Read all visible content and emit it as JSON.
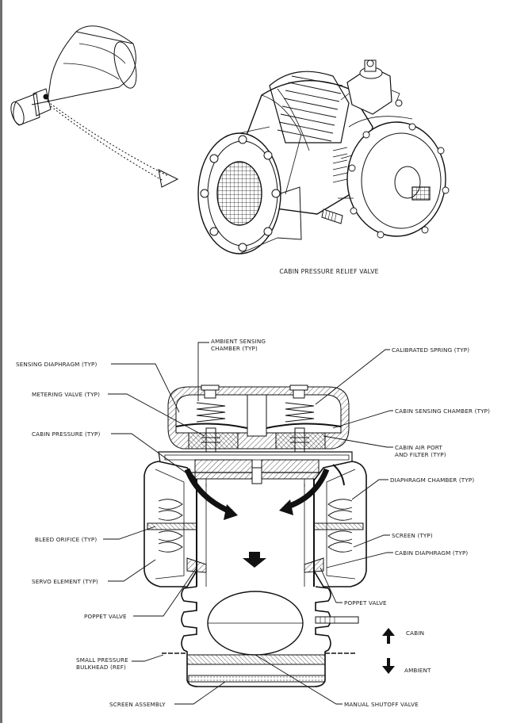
{
  "top_caption": "CABIN PRESSURE RELIEF VALVE",
  "labels": {
    "ambient_sensing_chamber": "AMBIENT SENSING CHAMBER (TYP)",
    "ambient_sensing_chamber_l1": "AMBIENT SENSING",
    "ambient_sensing_chamber_l2": "CHAMBER (TYP)",
    "sensing_diaphragm": "SENSING DIAPHRAGM (TYP)",
    "calibrated_spring": "CALIBRATED SPRING (TYP)",
    "metering_valve": "METERING VALVE (TYP)",
    "cabin_sensing_chamber": "CABIN SENSING CHAMBER (TYP)",
    "cabin_pressure": "CABIN PRESSURE (TYP)",
    "cabin_air_port_l1": "CABIN AIR PORT",
    "cabin_air_port_l2": "AND FILTER (TYP)",
    "diaphragm_chamber": "DIAPHRAGM CHAMBER (TYP)",
    "bleed_orifice": "BLEED ORIFICE (TYP)",
    "screen": "SCREEN (TYP)",
    "cabin_diaphragm": "CABIN DIAPHRAGM (TYP)",
    "servo_element": "SERVO ELEMENT (TYP)",
    "poppet_valve_left": "POPPET VALVE",
    "poppet_valve_right": "POPPET VALVE",
    "cabin": "CABIN",
    "ambient": "AMBIENT",
    "small_pressure_l1": "SMALL PRESSURE",
    "small_pressure_l2": "BULKHEAD (REF)",
    "screen_assembly": "SCREEN ASSEMBLY",
    "manual_shutoff_valve": "MANUAL SHUTOFF VALVE"
  }
}
